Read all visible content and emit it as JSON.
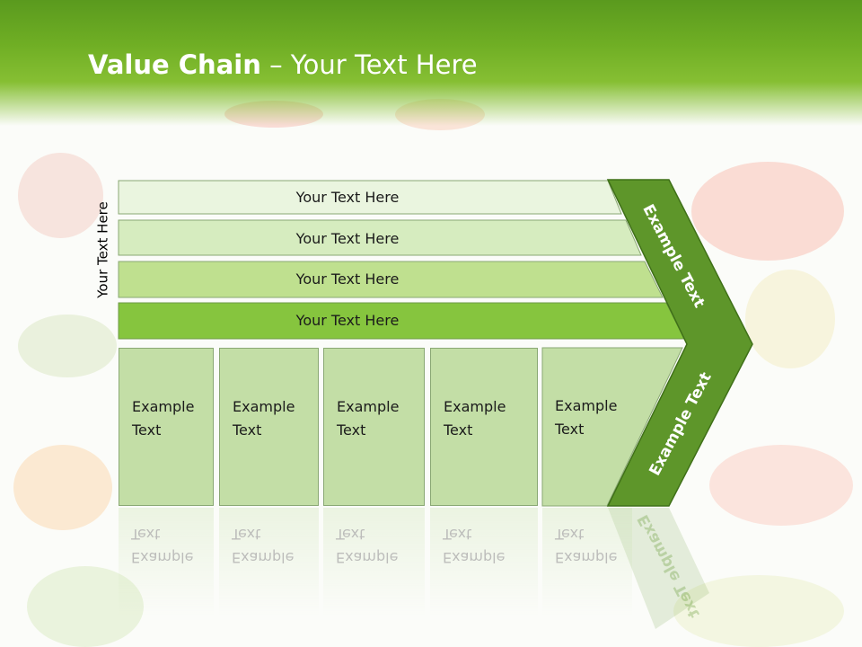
{
  "title": {
    "bold": "Value Chain",
    "rest": " – Your Text Here"
  },
  "side_label": "Your Text Here",
  "layers": [
    {
      "label": "Your Text Here",
      "color": "#eaf5df"
    },
    {
      "label": "Your Text Here",
      "color": "#d6ecbf"
    },
    {
      "label": "Your Text Here",
      "color": "#bfe08f"
    },
    {
      "label": "Your Text Here",
      "color": "#86c53e"
    }
  ],
  "columns": [
    {
      "line1": "Example",
      "line2": "Text"
    },
    {
      "line1": "Example",
      "line2": "Text"
    },
    {
      "line1": "Example",
      "line2": "Text"
    },
    {
      "line1": "Example",
      "line2": "Text"
    },
    {
      "line1": "Example",
      "line2": "Text"
    }
  ],
  "chevron": {
    "upper_text": "Example Text",
    "lower_text": "Example Text",
    "color": "#5e962a",
    "border": "#3f7018"
  },
  "colors": {
    "header_green": "#6fae24",
    "column_fill": "#c3dea6"
  }
}
